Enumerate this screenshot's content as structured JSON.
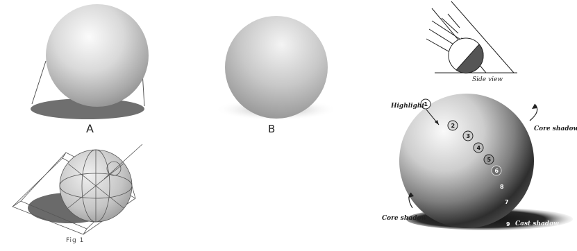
{
  "labels": {
    "a": "A",
    "b": "B",
    "fig": "Fig 1",
    "side_view": "Side view",
    "highlight": "Highlight",
    "core_shadow_right": "Core shadow",
    "core_shadow_left": "Core shadow",
    "cast_shadow": "Cast shadow"
  },
  "markers": [
    "1",
    "2",
    "3",
    "4",
    "5",
    "6",
    "8",
    "7",
    "9"
  ]
}
